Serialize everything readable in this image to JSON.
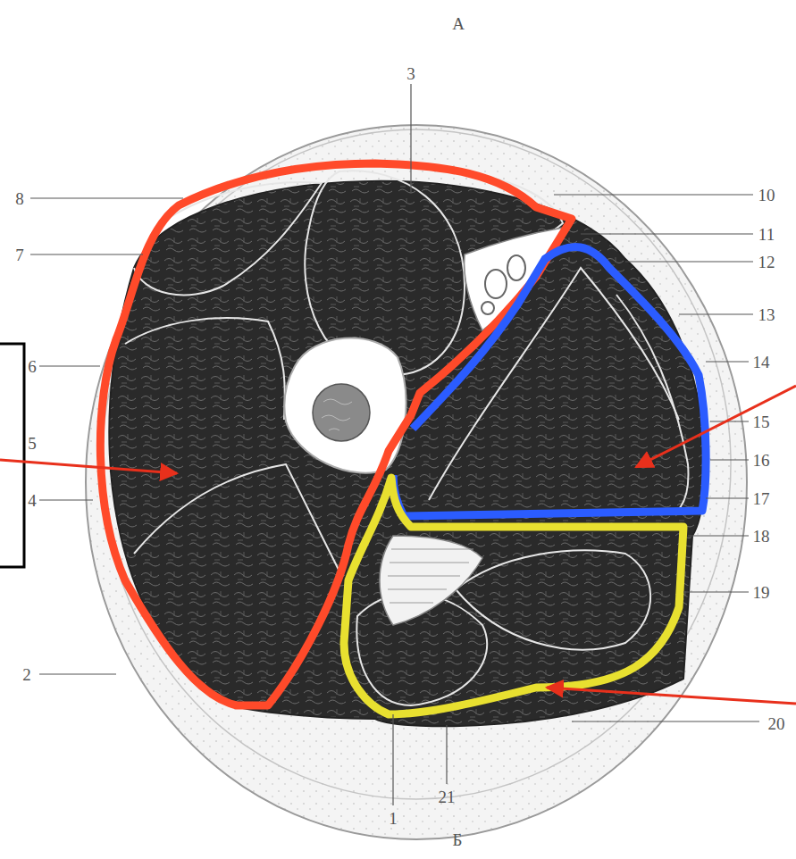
{
  "diagram": {
    "labels": [
      "A",
      "3",
      "8",
      "10",
      "7",
      "11",
      "12",
      "13",
      "14",
      "6",
      "15",
      "5",
      "16",
      "17",
      "4",
      "18",
      "19",
      "2",
      "20",
      "1",
      "21",
      "Б"
    ]
  }
}
